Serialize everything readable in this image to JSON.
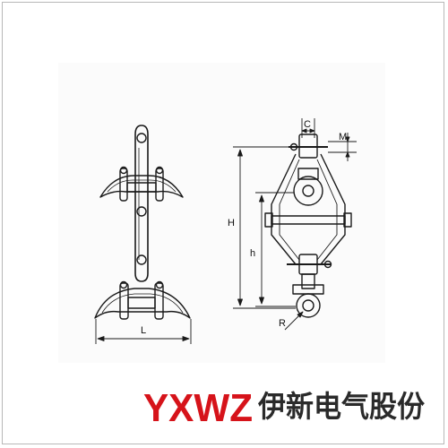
{
  "labels": {
    "L": "L",
    "H": "H",
    "h": "h",
    "C": "C",
    "M": "M",
    "R": "R"
  },
  "brand": {
    "logo": "YXWZ",
    "name": "伊新电气股份",
    "logo_color": "#d6131a",
    "name_color": "#2a2a2a"
  },
  "colors": {
    "line": "#1a1a1a",
    "frame": "#b8b8b8"
  }
}
